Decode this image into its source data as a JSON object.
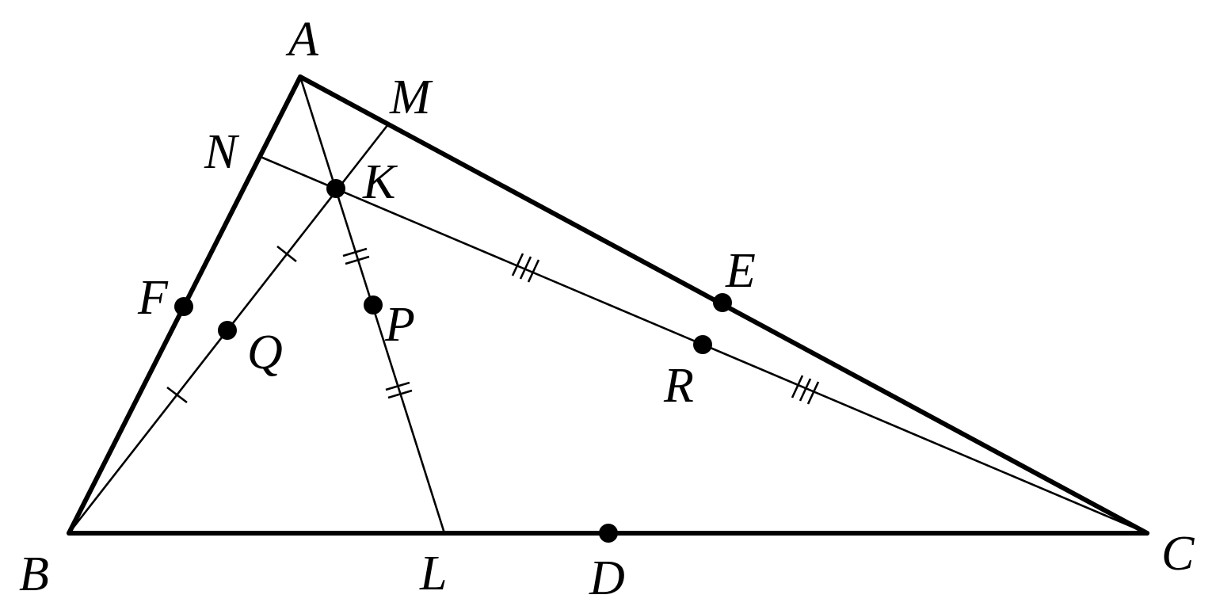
{
  "figure": {
    "vertices": {
      "A": "A",
      "B": "B",
      "C": "C"
    },
    "feet": {
      "M": "M",
      "N": "N",
      "L": "L"
    },
    "points": {
      "K": "K",
      "D": "D",
      "E": "E",
      "F": "F",
      "P": "P",
      "Q": "Q",
      "R": "R"
    },
    "segments": [
      {
        "from": "A",
        "to": "B",
        "kind": "side"
      },
      {
        "from": "A",
        "to": "C",
        "kind": "side"
      },
      {
        "from": "B",
        "to": "C",
        "kind": "side"
      },
      {
        "from": "A",
        "to": "L",
        "kind": "cevian",
        "through": "K"
      },
      {
        "from": "B",
        "to": "M",
        "kind": "cevian",
        "through": "K"
      },
      {
        "from": "C",
        "to": "N",
        "kind": "cevian",
        "through": "K"
      }
    ],
    "equal_marks": [
      {
        "segments": [
          "B-Q",
          "Q-K"
        ],
        "ticks": 1
      },
      {
        "segments": [
          "K-P",
          "P-L"
        ],
        "ticks": 2
      },
      {
        "segments": [
          "K-R",
          "R-C"
        ],
        "ticks": 3
      }
    ]
  }
}
